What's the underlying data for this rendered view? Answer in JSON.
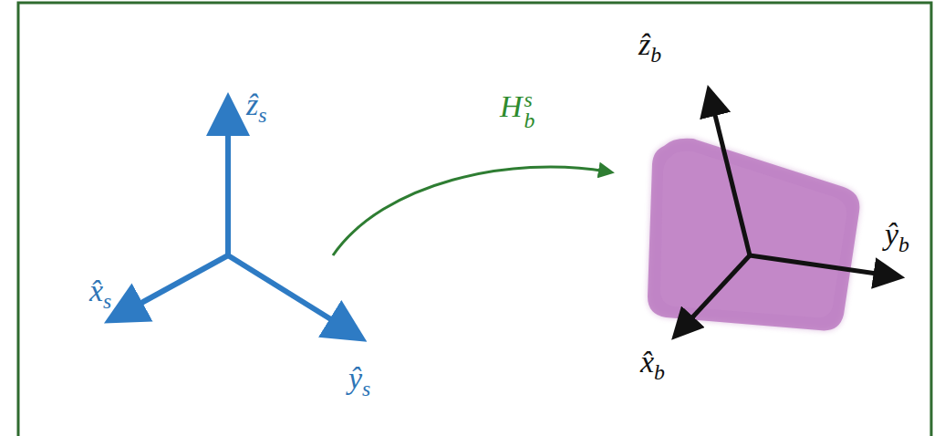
{
  "diagram": {
    "labels": [
      "ẑs",
      "x̂s",
      "ŷs",
      "Hbs",
      "ẑb",
      "ŷb",
      "x̂b"
    ]
  }
}
